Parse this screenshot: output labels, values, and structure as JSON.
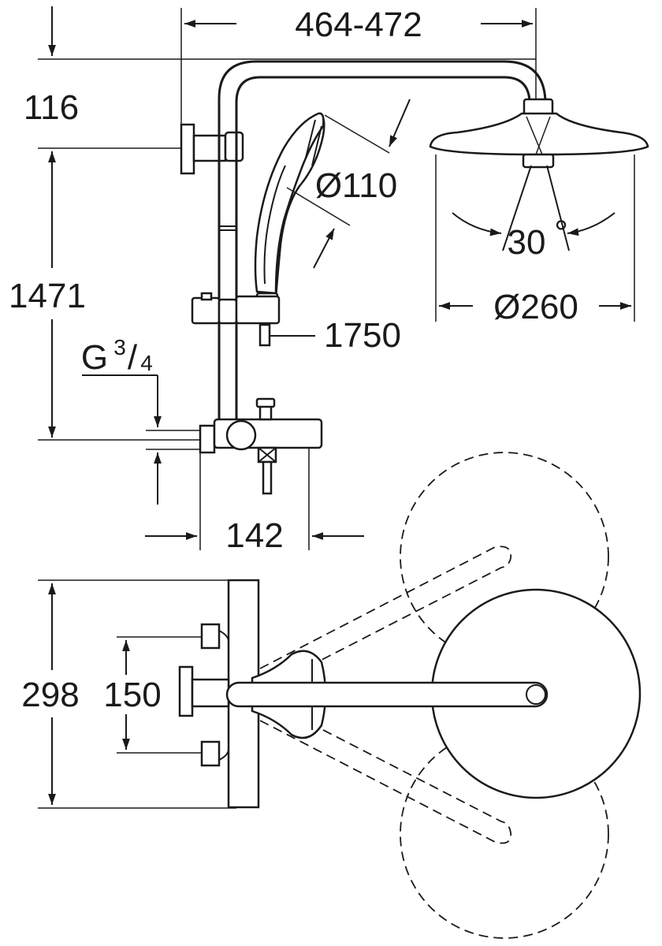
{
  "dimensions": {
    "width_range": "464-472",
    "top_offset": "116",
    "height_total": "1471",
    "connection_thread": "G",
    "thread_fraction_num": "3",
    "thread_fraction_den": "4",
    "body_width": "142",
    "handshower_diameter": "Ø110",
    "headshower_diameter": "Ø260",
    "swivel_angle": "30",
    "swivel_unit": "°",
    "rail_height": "1750",
    "plan_depth": "298",
    "inlet_spacing": "150"
  }
}
